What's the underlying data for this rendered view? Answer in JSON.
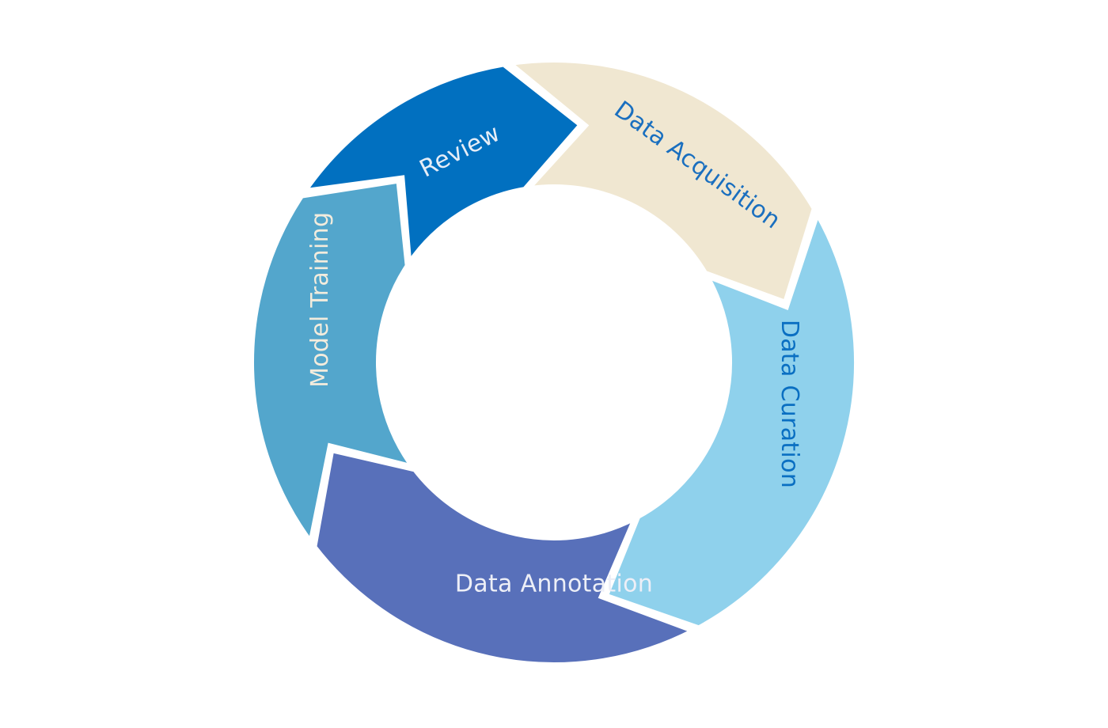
{
  "stages": [
    {
      "id": "data-acquisition",
      "label": "Data Acquisition",
      "fill": "#F0E7D1",
      "text_color": "#1A6FBF"
    },
    {
      "id": "data-curation",
      "label": "Data Curation",
      "fill": "#8FD1EC",
      "text_color": "#0A6FC2"
    },
    {
      "id": "data-annotation",
      "label": "Data Annotation",
      "fill": "#5870BA",
      "text_color": "#EDEFF7"
    },
    {
      "id": "model-training",
      "label": "Model Training",
      "fill": "#53A6CC",
      "text_color": "#F3ECDD"
    },
    {
      "id": "review",
      "label": "Review",
      "fill": "#0170C0",
      "text_color": "#E6EDF7"
    }
  ]
}
